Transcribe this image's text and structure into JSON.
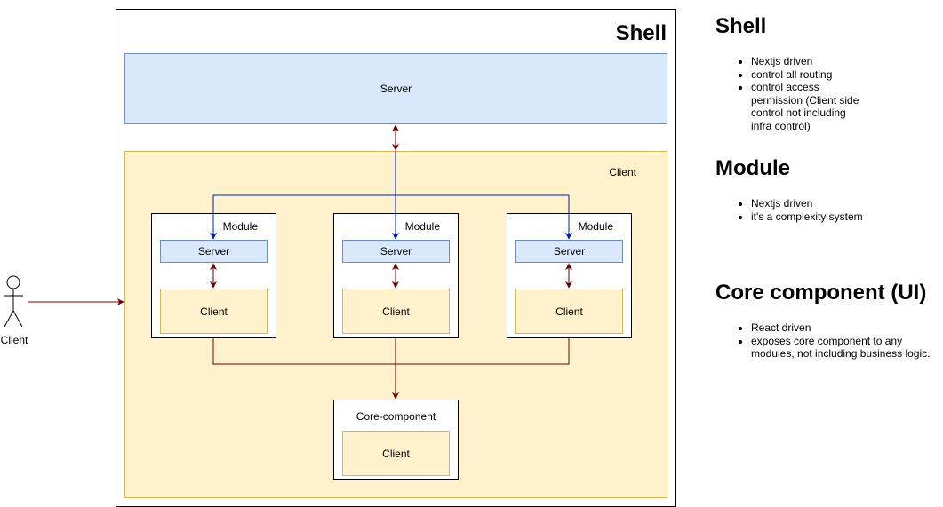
{
  "shell": {
    "title": "Shell",
    "server_label": "Server",
    "client_label": "Client"
  },
  "modules": [
    {
      "title": "Module",
      "server_label": "Server",
      "client_label": "Client"
    },
    {
      "title": "Module",
      "server_label": "Server",
      "client_label": "Client"
    },
    {
      "title": "Module",
      "server_label": "Server",
      "client_label": "Client"
    }
  ],
  "core_component": {
    "title": "Core-component",
    "client_label": "Client"
  },
  "actor": {
    "label": "Client"
  },
  "notes": [
    {
      "title": "Shell",
      "items": [
        "Nextjs driven",
        "control all routing",
        "control access permission (Client side control not including infra control)"
      ]
    },
    {
      "title": "Module",
      "items": [
        "Nextjs driven",
        "it's a complexity system"
      ]
    },
    {
      "title": "Core component (UI)",
      "items": [
        "React driven",
        "exposes core component to any modules, not including business logic."
      ]
    }
  ],
  "colors": {
    "server_fill": "#dae8fc",
    "server_stroke": "#6c8ebf",
    "client_fill": "#fff2cc",
    "client_stroke": "#d6b656",
    "arrow_dark_red": "#6f0000",
    "arrow_blue": "#001dbc"
  }
}
